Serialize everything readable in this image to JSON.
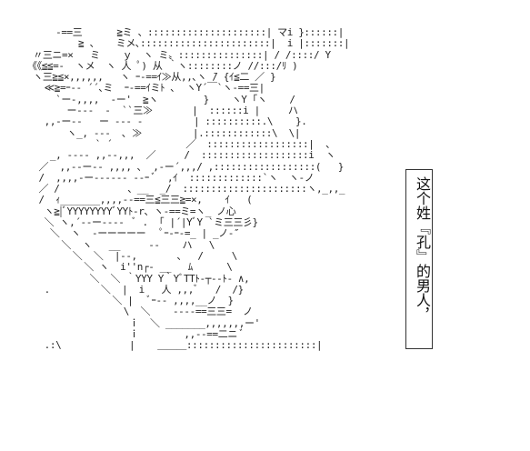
{
  "artwork": {
    "lines": [
      "     -==三￣￣￣ ≧ミ 、:::::::::::::::::::::| マi }::::::|",
      "         ≧ 、   ミメ､:::::::::::::::::::::::|  i |:::::::|",
      " 〃三ニ=×   ミ    ｙ  ヽ ミ〟:::::::::::::::| / /::::/ Y",
      "《《≦≦=-  ヽメ  ヽ 人 ﾟ) 从 ｀ヽ::::::::ノ //:::/ﾘ )",
      " ヽ三≧≦×,,,,,,   ヽ ｰ-==ｲ≫从,,､ヽ ̄/ {ｲ≦二 ／ }",
      "   ≪≧=ｰ-- ´´､ミ  ｰ-==ｲミﾄ ､  ヽY´￣`ヽ-==三|",
      "     `ー-,,,,  -ー'  ≧ヽ        }    ヽY ｢ヽ    /",
      "       ー---  -  ``三≫       |  ::::::i |     ハ",
      "   ,,-ー--   ー --- -         | ::::::::::.\\    }.",
      "       ヽ_, ---  ､ ≫         |.::::::::::::\\  \\|",
      "            ` ´             ／  ::::::::::::::::::|  、",
      "    _, ---- ,,--,,,  ／     /  :::::::::::::::::::i  ヽ",
      "  ／  ,,--ー-- ,,,, ､  ,-ー´,,,/ ,::::::::::::::::::(   }",
      "  /  ,,,,-ー------ --ｰ ﾞ  ,ｲ  :::::::::::::`ヽ  ヽ-ノ",
      "  ／ /            、__  _/  ::::::::::::::::::::::ヽ,_,,_",
      "  /  ｨ_______,,,,--==三≦三三≧=×,    ｲ   (",
      "   ヽ≧|ﾞYYYYYYYYﾞYYﾄ-r、ヽ-==ミ=ヽ_ ノ心",
      "   ＼ ヽ,´--ー----  ﾞ .  ｢ |´|YﾞY `ミ三三彡}",
      "    ＼  ヽ  -ーーーーー   ﾟｰ-ｰ-=_ | _ノ-″",
      "      ＼  ヽ   __     --    ハ   \\",
      "        ＼  ＼  |--,       、  /     \\",
      "          ＼ ヽ  i''n┌- __   ﾑ      \\",
      "           ＼  ＼ ｀YYY Y｀YﾞTTﾄ-┬-‐ﾄ‐ ∧,",
      "   .         ＼  |  i   人 ,,,ﾞ   /  /}",
      "               ＼ |   ﾞｰ-- ,,,,__ノ  }",
      "                 \\  ＼    ----==三三=  ノ",
      "                  ｉ  ＼ _______,,,,,,,ー'",
      "                  ｉ        ,,--==二ニ ﾞ",
      "   .:\\            |    ＿＿＿:::::::::::::::::::::::|"
    ]
  },
  "caption": {
    "text": "这个姓『孔』的男人，"
  }
}
